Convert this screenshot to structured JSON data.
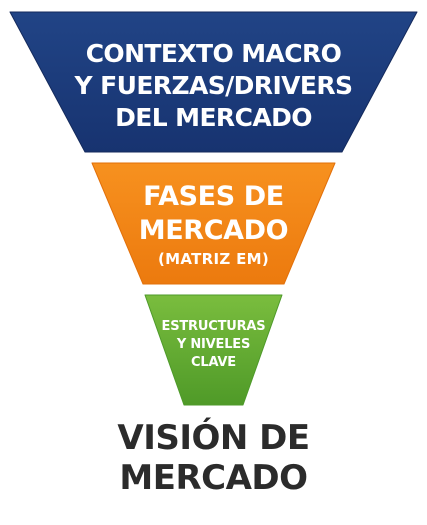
{
  "funnel": {
    "tiers": [
      {
        "lines": [
          "CONTEXTO MACRO",
          "Y FUERZAS/DRIVERS",
          "DEL MERCADO"
        ],
        "color": "#1f3d7a",
        "color_dark": "#142a5c"
      },
      {
        "lines": [
          "FASES DE",
          "MERCADO"
        ],
        "sub": "(MATRIZ EM)",
        "color": "#f58a1f",
        "color_dark": "#e2700a"
      },
      {
        "lines": [
          "ESTRUCTURAS",
          "Y NIVELES",
          "CLAVE"
        ],
        "color": "#6cb33f",
        "color_dark": "#4e9a2a"
      }
    ],
    "outcome": {
      "lines": [
        "VISIÓN DE",
        "MERCADO"
      ],
      "color": "#2b2b2b"
    }
  }
}
